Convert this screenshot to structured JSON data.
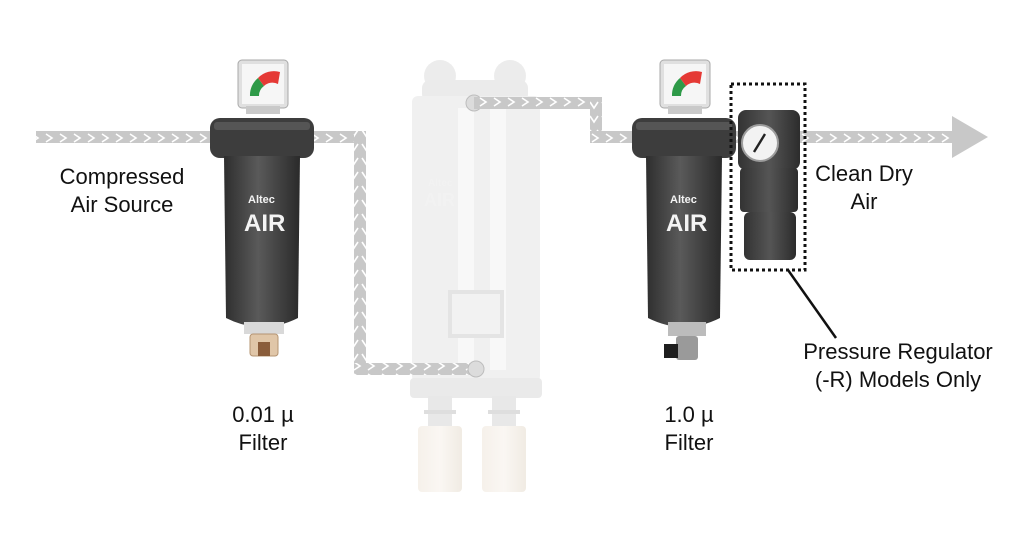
{
  "labels": {
    "source_line1": "Compressed",
    "source_line2": "Air Source",
    "clean_line1": "Clean Dry",
    "clean_line2": "Air",
    "regulator_line1": "Pressure Regulator",
    "regulator_line2": "(-R) Models Only",
    "filter1_line1": "0.01 µ",
    "filter1_line2": "Filter",
    "filter2_line1": "1.0 µ",
    "filter2_line2": "Filter"
  },
  "branding": {
    "maker": "Altec",
    "product": "AIR"
  },
  "colors": {
    "pipe": "#c8c8c8",
    "pipe_chevron": "#ffffff",
    "filter_body": "#4a4a4a",
    "dryer_body": "#e2e2e2",
    "gauge_red": "#e53935",
    "gauge_green": "#2e9a48",
    "callout_border": "#111111"
  },
  "icons": [
    "filter-housing-icon",
    "differential-gauge-icon",
    "desiccant-dryer-icon",
    "pressure-regulator-icon",
    "drain-valve-icon",
    "flow-arrow-icon"
  ]
}
